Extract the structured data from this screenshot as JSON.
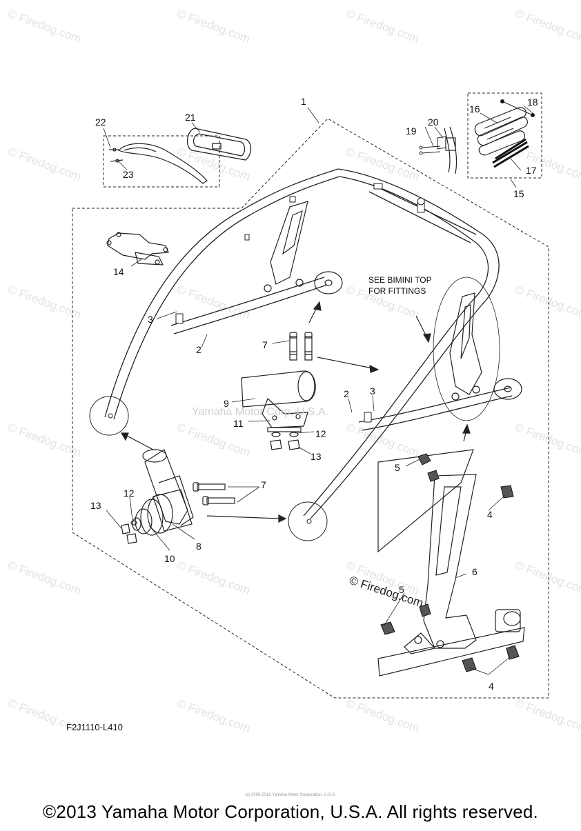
{
  "watermark": {
    "text": "© Firedog.com",
    "color": "#e2e2e2"
  },
  "center_watermark": "Yamaha Motor Corp, U.S.A.",
  "inline_watermark": "© Firedog.com",
  "note": {
    "line1": "SEE BIMINI TOP",
    "line2": "FOR FITTINGS"
  },
  "callouts": {
    "c1": "1",
    "c2a": "2",
    "c2b": "2",
    "c3a": "3",
    "c3b": "3",
    "c4a": "4",
    "c4b": "4",
    "c5a": "5",
    "c5b": "5",
    "c6": "6",
    "c7a": "7",
    "c7b": "7",
    "c8": "8",
    "c9": "9",
    "c10": "10",
    "c11": "11",
    "c12a": "12",
    "c12b": "12",
    "c13a": "13",
    "c13b": "13",
    "c14": "14",
    "c15": "15",
    "c16": "16",
    "c17": "17",
    "c18": "18",
    "c19": "19",
    "c20": "20",
    "c21": "21",
    "c22": "22",
    "c23": "23"
  },
  "diagram_code": "F2J1110-L410",
  "tiny_copyright": "(c) 2005-2016 Yamaha Motor Corporation, U.S.A.",
  "footer": "©2013 Yamaha Motor Corporation, U.S.A. All rights reserved."
}
